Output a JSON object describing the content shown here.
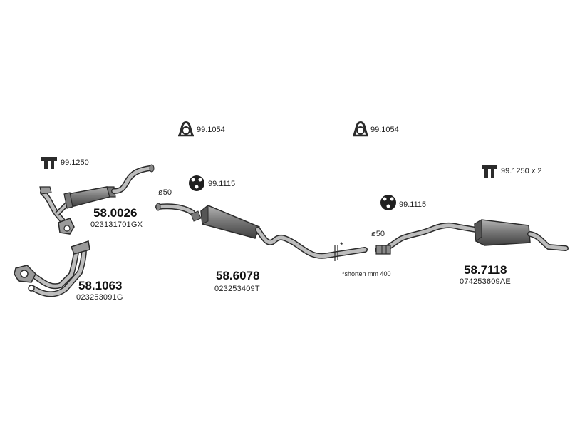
{
  "parts": {
    "p1": {
      "part_number": "58.0026",
      "oe_number": "023131701GX"
    },
    "p2": {
      "part_number": "58.1063",
      "oe_number": "023253091G"
    },
    "p3": {
      "part_number": "58.6078",
      "oe_number": "023253409T"
    },
    "p4": {
      "part_number": "58.7118",
      "oe_number": "074253609AE"
    }
  },
  "accessories": {
    "clamp_left": "99.1054",
    "clamp_right": "99.1054",
    "bracket_left": "99.1250",
    "bracket_right": "99.1250 x 2",
    "hanger_mid": "99.1115",
    "hanger_right": "99.1115"
  },
  "diameters": {
    "d1": "ø50",
    "d2": "ø50"
  },
  "notes": {
    "shorten_marker": "*",
    "shorten_note": "*shorten mm 400"
  },
  "colors": {
    "part_fill": "#8c8c8c",
    "part_dark": "#3a3a3a",
    "outline": "#2b2b2b",
    "label": "#111111"
  }
}
